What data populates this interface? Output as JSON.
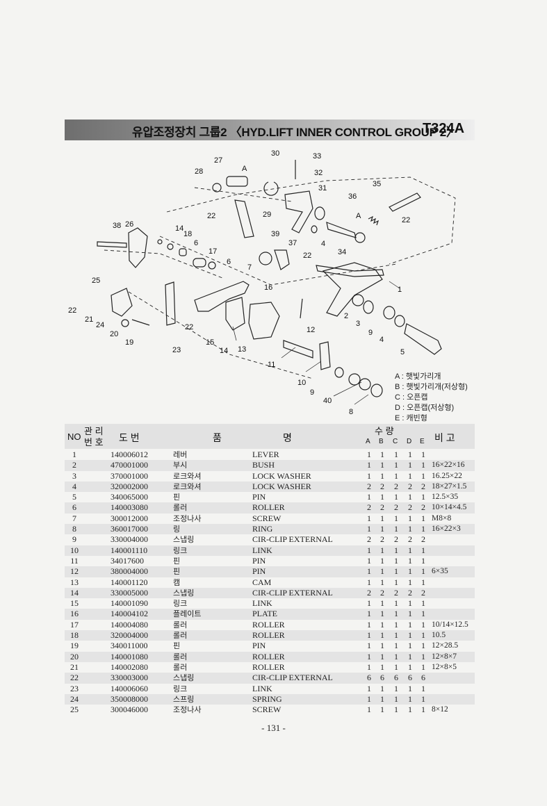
{
  "header": {
    "title": "유압조정장치 그룹2 〈HYD.LIFT INNER CONTROL GROUP 2〉",
    "code": "T324A"
  },
  "diagram": {
    "callouts": [
      "1",
      "2",
      "3",
      "4",
      "5",
      "6",
      "6",
      "7",
      "8",
      "9",
      "9",
      "10",
      "11",
      "12",
      "13",
      "14",
      "14",
      "15",
      "16",
      "17",
      "18",
      "19",
      "20",
      "21",
      "22",
      "22",
      "22",
      "22",
      "22",
      "23",
      "24",
      "25",
      "26",
      "27",
      "28",
      "29",
      "30",
      "31",
      "32",
      "33",
      "34",
      "35",
      "36",
      "37",
      "38",
      "39",
      "40",
      "A",
      "A"
    ]
  },
  "legend": [
    "A : 햇빛가리개",
    "B : 햇빛가리개(저상형)",
    "C : 오픈캡",
    "D : 오픈캡(저상형)",
    "E : 캐빈형"
  ],
  "table": {
    "headers": {
      "no": "NO",
      "mgmt_top": "관 리",
      "mgmt_bottom": "번 호",
      "drawing": "도   번",
      "name_a": "품",
      "name_b": "명",
      "qty": "수   량",
      "remark": "비   고",
      "cols": [
        "A",
        "B",
        "C",
        "D",
        "E"
      ]
    },
    "rows": [
      {
        "no": "1",
        "code": "140006012",
        "kor": "레버",
        "eng": "LEVER",
        "q": [
          "1",
          "1",
          "1",
          "1",
          "1"
        ],
        "remark": ""
      },
      {
        "no": "2",
        "code": "470001000",
        "kor": "부시",
        "eng": "BUSH",
        "q": [
          "1",
          "1",
          "1",
          "1",
          "1"
        ],
        "remark": "16×22×16"
      },
      {
        "no": "3",
        "code": "370001000",
        "kor": "로크와셔",
        "eng": "LOCK WASHER",
        "q": [
          "1",
          "1",
          "1",
          "1",
          "1"
        ],
        "remark": "16.25×22"
      },
      {
        "no": "4",
        "code": "320002000",
        "kor": "로크와셔",
        "eng": "LOCK WASHER",
        "q": [
          "2",
          "2",
          "2",
          "2",
          "2"
        ],
        "remark": "18×27×1.5"
      },
      {
        "no": "5",
        "code": "340065000",
        "kor": "핀",
        "eng": "PIN",
        "q": [
          "1",
          "1",
          "1",
          "1",
          "1"
        ],
        "remark": "12.5×35"
      },
      {
        "no": "6",
        "code": "140003080",
        "kor": "롤러",
        "eng": "ROLLER",
        "q": [
          "2",
          "2",
          "2",
          "2",
          "2"
        ],
        "remark": "10×14×4.5"
      },
      {
        "no": "7",
        "code": "300012000",
        "kor": "조정나사",
        "eng": "SCREW",
        "q": [
          "1",
          "1",
          "1",
          "1",
          "1"
        ],
        "remark": "M8×8"
      },
      {
        "no": "8",
        "code": "360017000",
        "kor": "링",
        "eng": "RING",
        "q": [
          "1",
          "1",
          "1",
          "1",
          "1"
        ],
        "remark": "16×22×3"
      },
      {
        "no": "9",
        "code": "330004000",
        "kor": "스냅링",
        "eng": "CIR-CLIP EXTERNAL",
        "q": [
          "2",
          "2",
          "2",
          "2",
          "2"
        ],
        "remark": ""
      },
      {
        "no": "10",
        "code": "140001110",
        "kor": "링크",
        "eng": "LINK",
        "q": [
          "1",
          "1",
          "1",
          "1",
          "1"
        ],
        "remark": ""
      },
      {
        "no": "11",
        "code": "34017600",
        "kor": "핀",
        "eng": "PIN",
        "q": [
          "1",
          "1",
          "1",
          "1",
          "1"
        ],
        "remark": ""
      },
      {
        "no": "12",
        "code": "380004000",
        "kor": "핀",
        "eng": "PIN",
        "q": [
          "1",
          "1",
          "1",
          "1",
          "1"
        ],
        "remark": "6×35"
      },
      {
        "no": "13",
        "code": "140001120",
        "kor": "캠",
        "eng": "CAM",
        "q": [
          "1",
          "1",
          "1",
          "1",
          "1"
        ],
        "remark": ""
      },
      {
        "no": "14",
        "code": "330005000",
        "kor": "스냅링",
        "eng": "CIR-CLIP EXTERNAL",
        "q": [
          "2",
          "2",
          "2",
          "2",
          "2"
        ],
        "remark": ""
      },
      {
        "no": "15",
        "code": "140001090",
        "kor": "링크",
        "eng": "LINK",
        "q": [
          "1",
          "1",
          "1",
          "1",
          "1"
        ],
        "remark": ""
      },
      {
        "no": "16",
        "code": "140004102",
        "kor": "플레이트",
        "eng": "PLATE",
        "q": [
          "1",
          "1",
          "1",
          "1",
          "1"
        ],
        "remark": ""
      },
      {
        "no": "17",
        "code": "140004080",
        "kor": "롤러",
        "eng": "ROLLER",
        "q": [
          "1",
          "1",
          "1",
          "1",
          "1"
        ],
        "remark": "10/14×12.5"
      },
      {
        "no": "18",
        "code": "320004000",
        "kor": "롤러",
        "eng": "ROLLER",
        "q": [
          "1",
          "1",
          "1",
          "1",
          "1"
        ],
        "remark": "10.5"
      },
      {
        "no": "19",
        "code": "340011000",
        "kor": "핀",
        "eng": "PIN",
        "q": [
          "1",
          "1",
          "1",
          "1",
          "1"
        ],
        "remark": "12×28.5"
      },
      {
        "no": "20",
        "code": "140001080",
        "kor": "롤러",
        "eng": "ROLLER",
        "q": [
          "1",
          "1",
          "1",
          "1",
          "1"
        ],
        "remark": "12×8×7"
      },
      {
        "no": "21",
        "code": "140002080",
        "kor": "롤러",
        "eng": "ROLLER",
        "q": [
          "1",
          "1",
          "1",
          "1",
          "1"
        ],
        "remark": "12×8×5"
      },
      {
        "no": "22",
        "code": "330003000",
        "kor": "스냅링",
        "eng": "CIR-CLIP EXTERNAL",
        "q": [
          "6",
          "6",
          "6",
          "6",
          "6"
        ],
        "remark": ""
      },
      {
        "no": "23",
        "code": "140006060",
        "kor": "링크",
        "eng": "LINK",
        "q": [
          "1",
          "1",
          "1",
          "1",
          "1"
        ],
        "remark": ""
      },
      {
        "no": "24",
        "code": "350008000",
        "kor": "스프링",
        "eng": "SPRING",
        "q": [
          "1",
          "1",
          "1",
          "1",
          "1"
        ],
        "remark": ""
      },
      {
        "no": "25",
        "code": "300046000",
        "kor": "조정나사",
        "eng": "SCREW",
        "q": [
          "1",
          "1",
          "1",
          "1",
          "1"
        ],
        "remark": "8×12"
      }
    ]
  },
  "footer": {
    "page": "- 131 -"
  }
}
